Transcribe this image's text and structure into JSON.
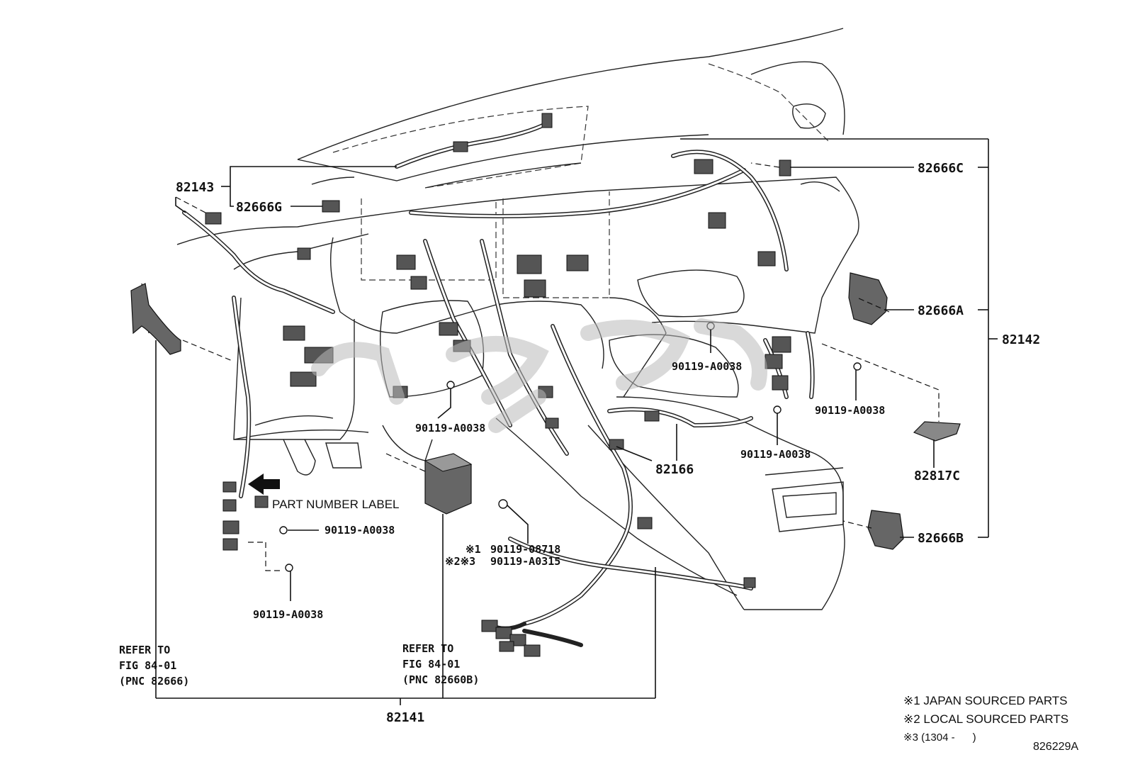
{
  "diagram_id": "826229A",
  "part_numbers": {
    "p82143": "82143",
    "p82666G": "82666G",
    "p82666C": "82666C",
    "p82666A": "82666A",
    "p82142": "82142",
    "p82817C": "82817C",
    "p82666B": "82666B",
    "p82166": "82166",
    "p82141": "82141"
  },
  "bolts": {
    "b1": "90119-A0038",
    "b2": "90119-A0038",
    "b3": "90119-A0038",
    "b4": "90119-A0038",
    "b5": "90119-A0038",
    "b6": "90119-A0038",
    "b7_mark": "※1",
    "b7": "90119-08718",
    "b8_mark": "※2※3",
    "b8": "90119-A0315"
  },
  "label_text": "PART NUMBER LABEL",
  "refer_left": {
    "line1": "REFER TO",
    "line2": "FIG 84-01",
    "line3": "(PNC 82666)"
  },
  "refer_center": {
    "line1": "REFER TO",
    "line2": "FIG 84-01",
    "line3": "(PNC 82660B)"
  },
  "legend": {
    "n1": "※1 JAPAN SOURCED PARTS",
    "n2": "※2 LOCAL SOURCED PARTS",
    "n3": "※3 (1304 -      )"
  }
}
